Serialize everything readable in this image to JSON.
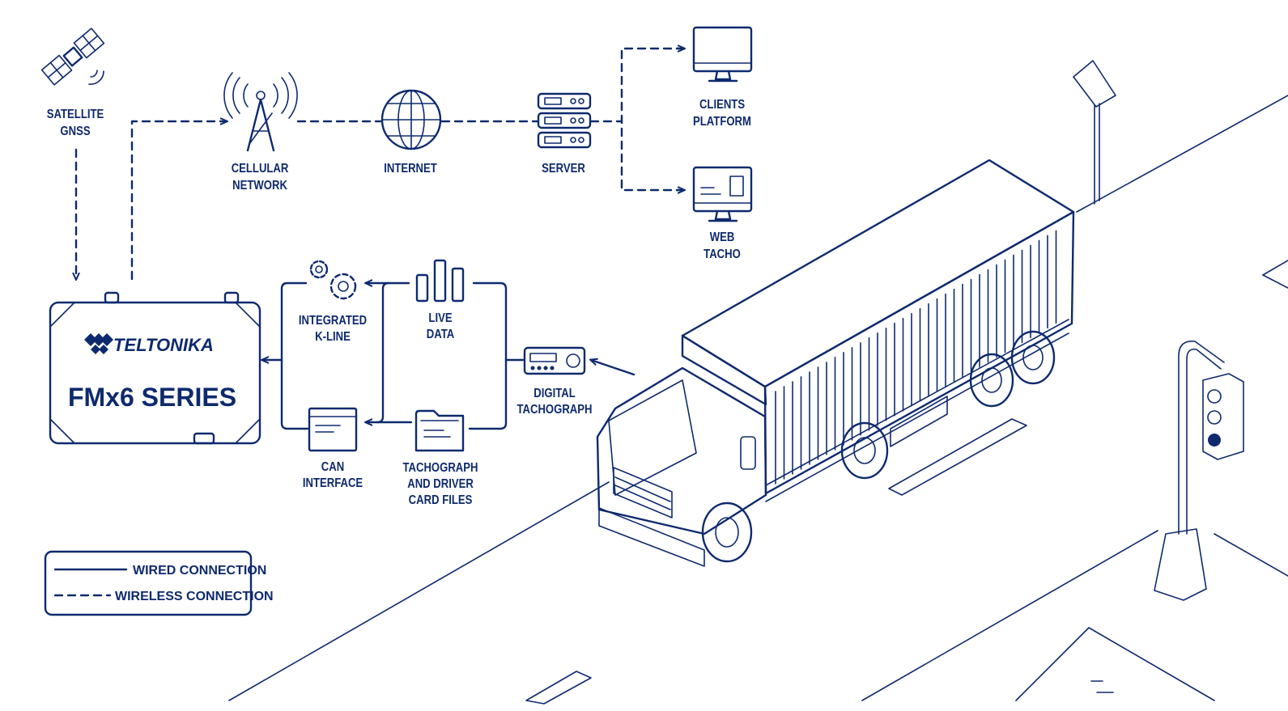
{
  "nodes": {
    "satellite": [
      "SATELLITE",
      "GNSS"
    ],
    "cellular": [
      "CELLULAR",
      "NETWORK"
    ],
    "internet": [
      "INTERNET"
    ],
    "server": [
      "SERVER"
    ],
    "clients": [
      "CLIENTS",
      "PLATFORM"
    ],
    "webtacho": [
      "WEB",
      "TACHO"
    ],
    "kline": [
      "INTEGRATED",
      "K-LINE"
    ],
    "livedata": [
      "LIVE",
      "DATA"
    ],
    "can": [
      "CAN",
      "INTERFACE"
    ],
    "files": [
      "TACHOGRAPH",
      "AND DRIVER",
      "CARD FILES"
    ],
    "tachograph": [
      "DIGITAL",
      "TACHOGRAPH"
    ]
  },
  "device": {
    "brand": "TELTONIKA",
    "model": "FMx6 SERIES"
  },
  "legend": {
    "wired": "WIRED CONNECTION",
    "wireless": "WIRELESS CONNECTION"
  },
  "colors": {
    "primary": "#0e2a6e",
    "background": "#ffffff"
  }
}
